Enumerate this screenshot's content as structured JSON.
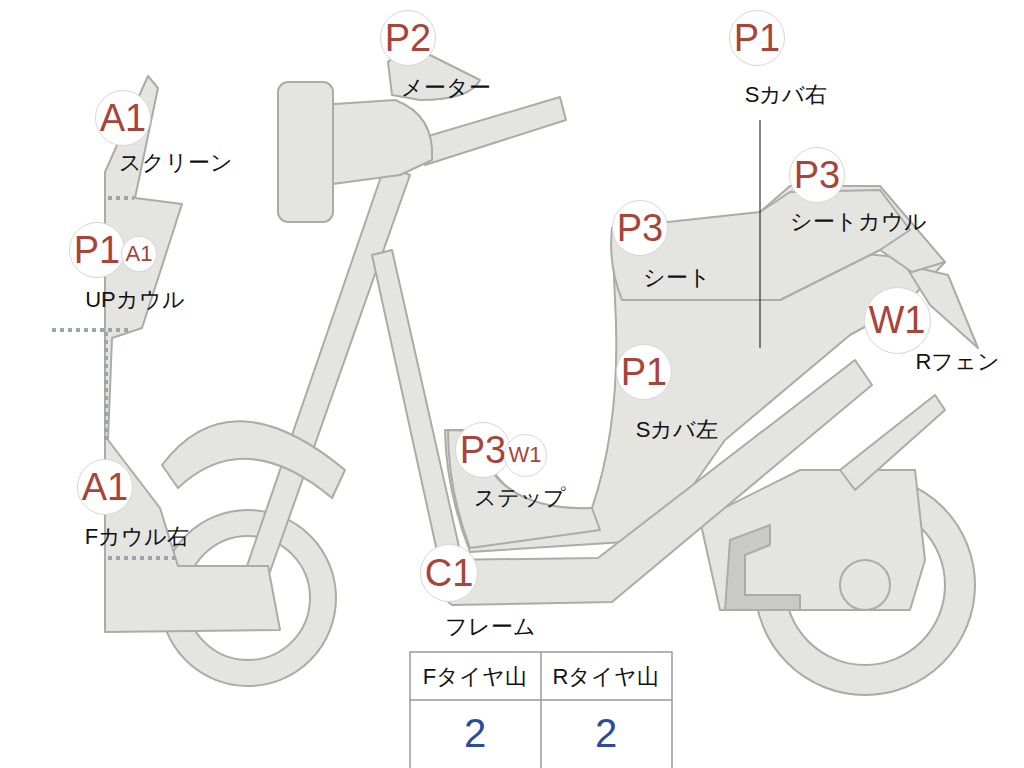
{
  "diagram": {
    "nodes": [
      {
        "text": [
          "P2"
        ]
      },
      {
        "text": [
          "P1"
        ]
      },
      {
        "text": [
          "A1"
        ]
      },
      {
        "text": [
          "P3"
        ]
      },
      {
        "text": [
          "P1"
        ]
      },
      {
        "text": [
          "A1"
        ]
      },
      {
        "text": [
          "P3"
        ]
      },
      {
        "text": [
          "W1"
        ]
      },
      {
        "text": [
          "P1"
        ]
      },
      {
        "text": [
          "P3"
        ]
      },
      {
        "text": [
          "W1"
        ]
      },
      {
        "text": [
          "A1"
        ]
      },
      {
        "text": [
          "C1"
        ]
      }
    ],
    "labels": [
      "メーター",
      "Sカバ右",
      "スクリーン",
      "シートカウル",
      "UPカウル",
      "シート",
      "Rフェン",
      "Sカバ左",
      "ステップ",
      "Fカウル右",
      "フレーム",
      "Fタイヤ山",
      "Rタイヤ山",
      "2",
      "2"
    ]
  }
}
